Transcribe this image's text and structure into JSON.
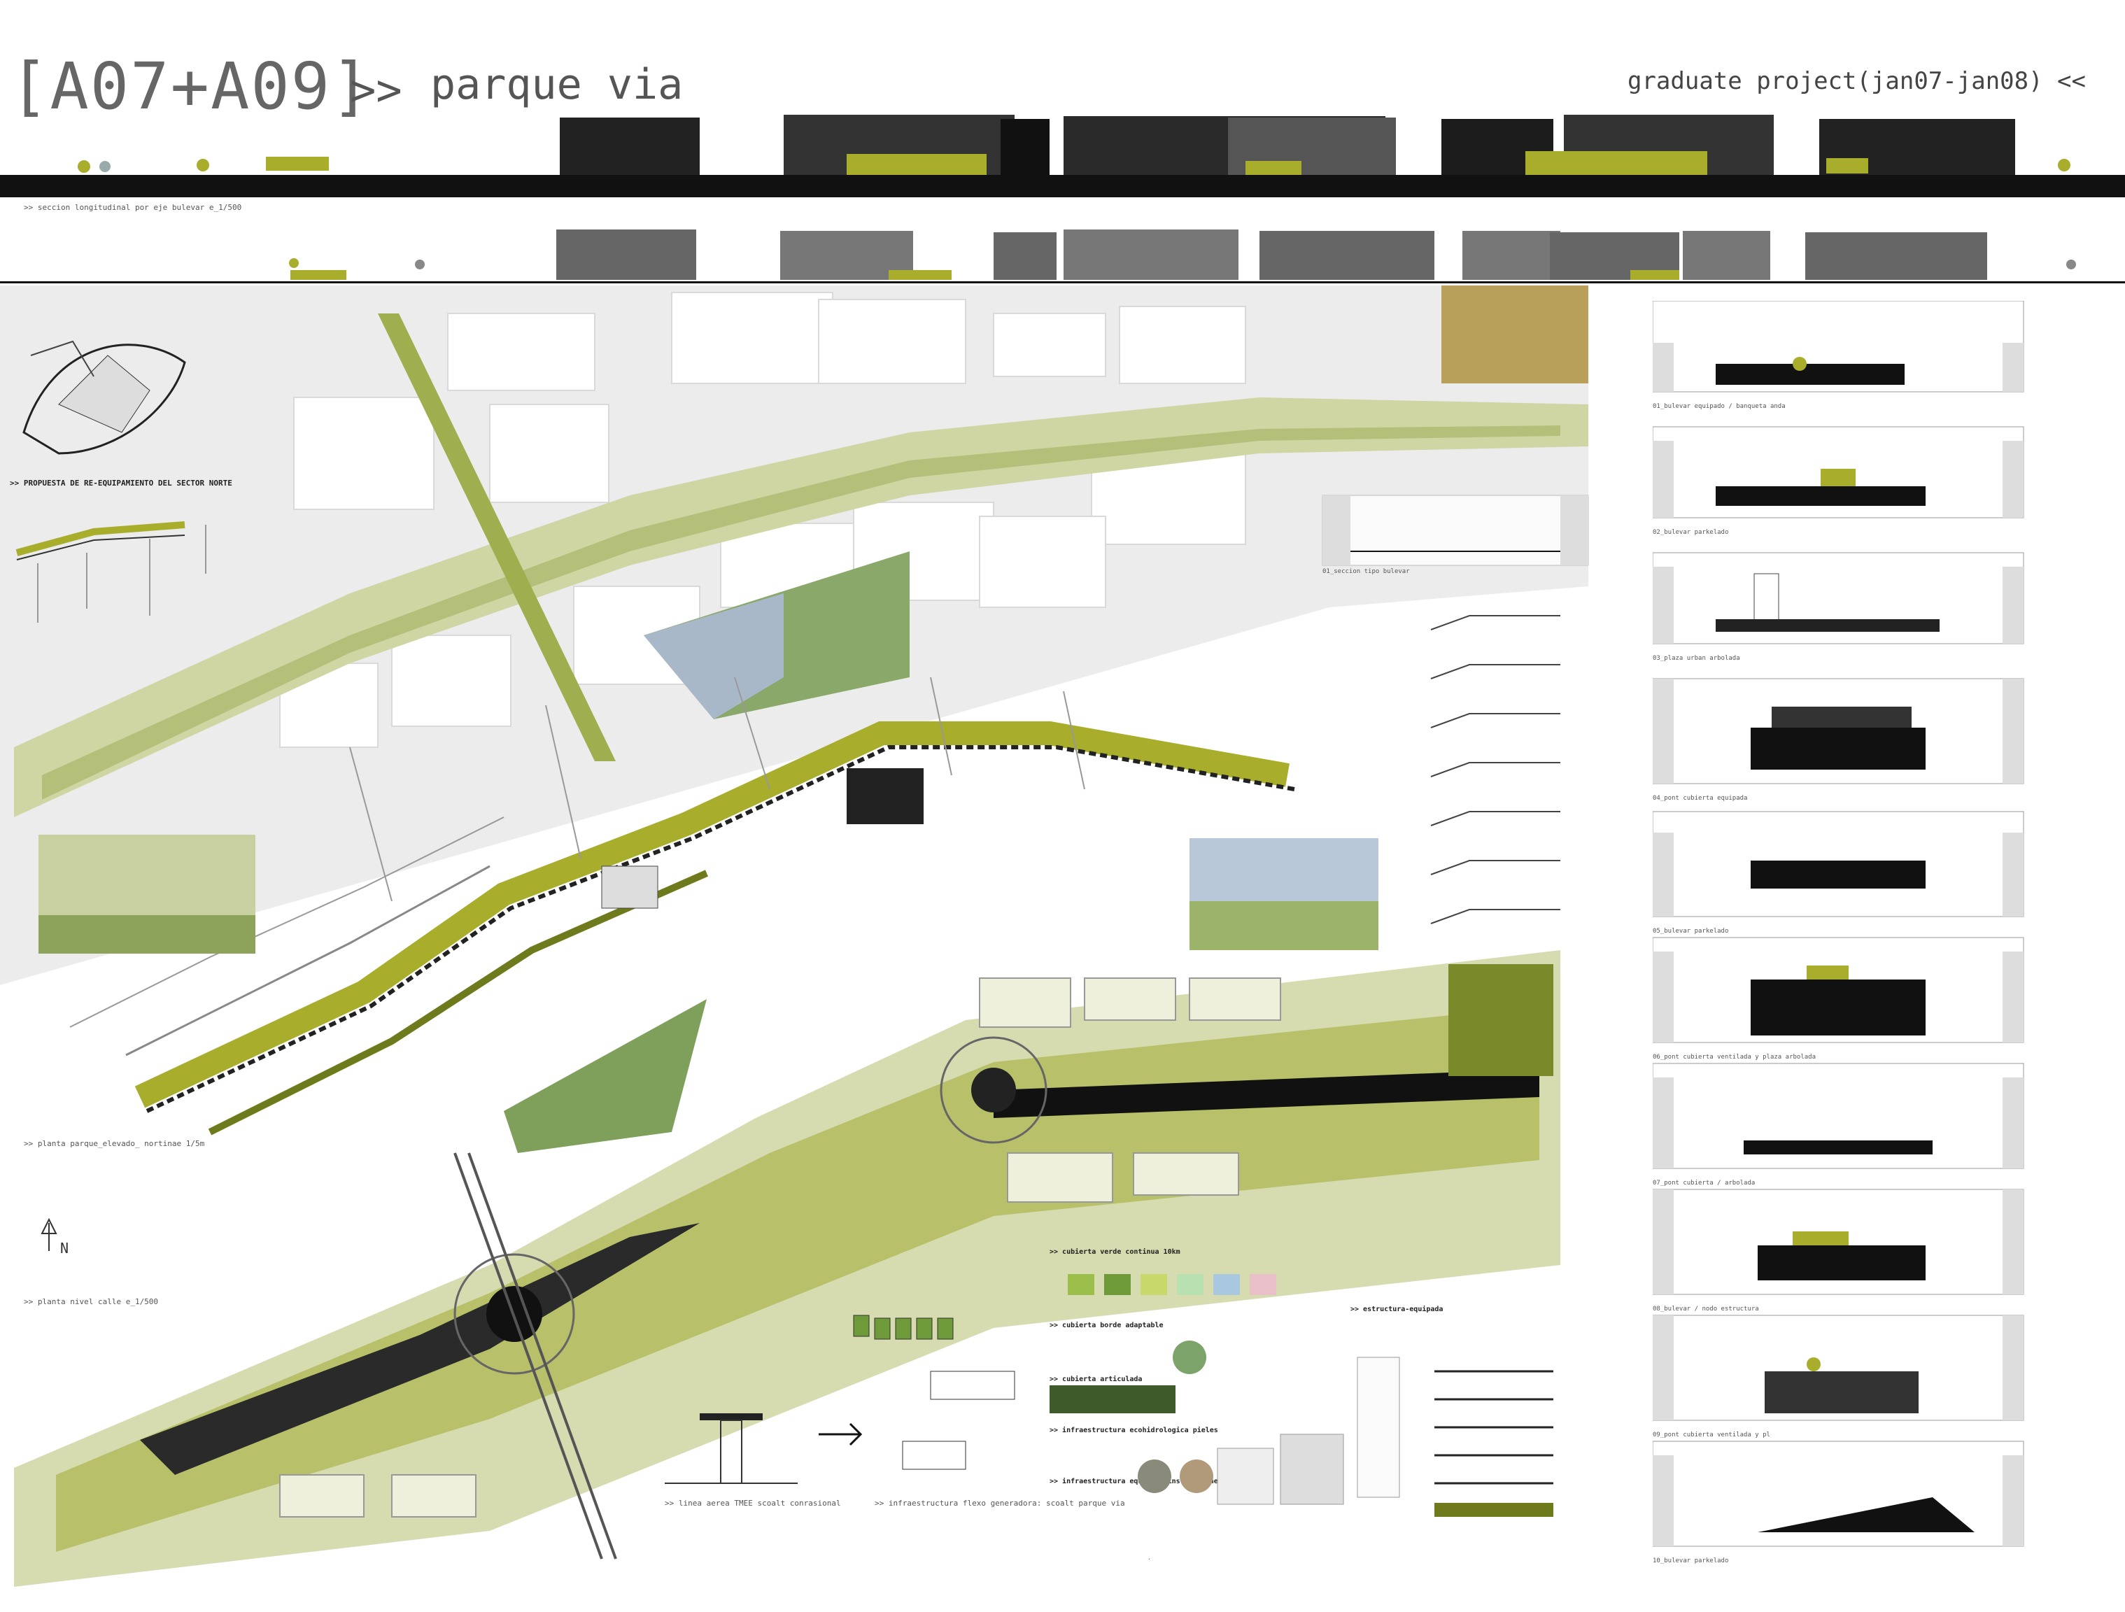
{
  "header": {
    "code": "[A07+A09]",
    "arrow": ">>",
    "name": "parque via",
    "project": "graduate project(jan07-jan08) <<"
  },
  "captions": {
    "section_long": ">> seccion longitudinal por eje bulevar e_1/500",
    "proposal": ">> PROPUESTA DE RE-EQUIPAMIENTO DEL SECTOR NORTE",
    "plaza_elevated": ">> planta parque_elevado_ nortinae 1/5m",
    "plaza_street": ">> planta nivel calle e_1/500",
    "north": "N",
    "section_bulevar": "01_seccion tipo bulevar",
    "elevated_line": ">> linea aerea TMEE  scoalt conrasional",
    "infrastructure": ">> infraestructura flexo generadora: scoalt parque via"
  },
  "right_sections": [
    "01_bulevar equipado / banqueta anda",
    "02_bulevar parkelado",
    "03_plaza urban arbolada",
    "04_pont cubierta equipada",
    "05_bulevar parkelado",
    "06_pont cubierta ventilada y plaza arbolada",
    "07_pont cubierta / arbolada",
    "08_bulevar / nodo estructura",
    "09_pont cubierta ventilada y pl",
    "10_bulevar parkelado"
  ],
  "legend": {
    "items": [
      ">> cubierta verde continua  10km",
      ">> cubierta borde adaptable",
      ">> cubierta articulada",
      ">> infraestructura ecohidrologica   pieles",
      ">> infraestructura equipada   instalaciones",
      ">> estructura-equipada"
    ],
    "swatches": [
      "#9bbf4a",
      "#6f9a3a",
      "#c9d86a",
      "#b9e0b0",
      "#a8c8e0",
      "#e9c0c8"
    ]
  },
  "colors": {
    "green": "#a8ad2c",
    "green_dark": "#6f7a1c",
    "ground": "#d7dbb0",
    "grey": "#e4e4e4",
    "dark": "#111111"
  }
}
